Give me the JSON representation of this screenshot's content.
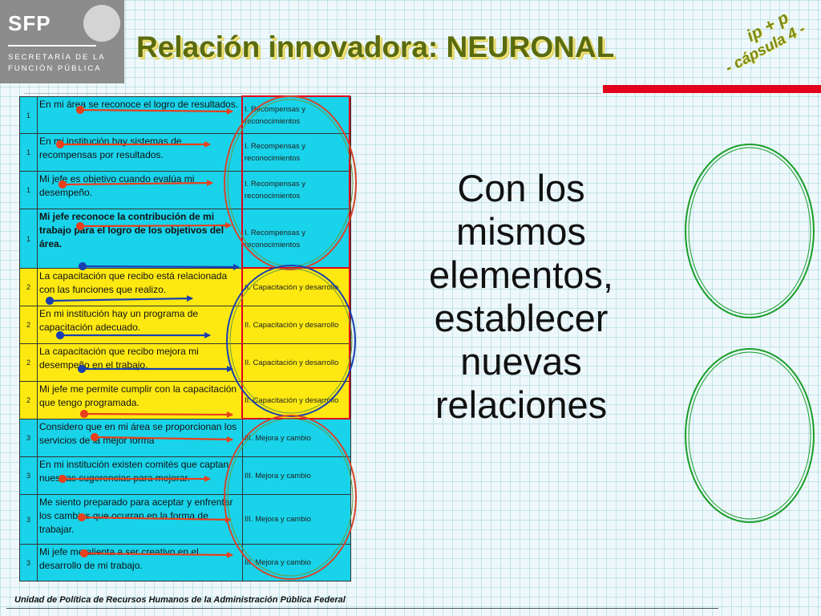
{
  "header": {
    "logo_text": "SFP",
    "org_line1": "SECRETARÍA DE LA",
    "org_line2": "FUNCIÓN PÚBLICA",
    "title": "Relación innovadora: NEURONAL",
    "tag_line1": "ip + p",
    "tag_line2": "- cápsula 4 -"
  },
  "table": {
    "rows": [
      {
        "num": "1",
        "statement": "En mi área se reconoce el logro de resultados.",
        "category": "I. Recompensas y reconocimientos",
        "bold": false
      },
      {
        "num": "1",
        "statement": "En mi institución hay sistemas de recompensas por resultados.",
        "category": "I. Recompensas y reconocimientos",
        "bold": false
      },
      {
        "num": "1",
        "statement": "Mi jefe es objetivo cuando evalúa mi desempeño.",
        "category": "I. Recompensas y reconocimientos",
        "bold": false
      },
      {
        "num": "1",
        "statement": "Mi jefe reconoce la contribución de mi trabajo para el logro de los objetivos del área.",
        "category": "I. Recompensas y reconocimientos",
        "bold": true
      },
      {
        "num": "2",
        "statement": "La capacitación que recibo está relacionada con las funciones que realizo.",
        "category": "II. Capacitación y desarrollo",
        "bold": false
      },
      {
        "num": "2",
        "statement": "En mi institución hay un programa de capacitación adecuado.",
        "category": "II. Capacitación y desarrollo",
        "bold": false
      },
      {
        "num": "2",
        "statement": "La capacitación que recibo mejora mi desempeño en el trabajo.",
        "category": "II. Capacitación y desarrollo",
        "bold": false
      },
      {
        "num": "2",
        "statement": "Mi jefe me permite cumplir con la capacitación que tengo programada.",
        "category": "II. Capacitación y desarrollo",
        "bold": false
      },
      {
        "num": "3",
        "statement": "Considero que en mi área se proporcionan los servicios de la mejor forma",
        "category": "III. Mejora y cambio",
        "bold": false
      },
      {
        "num": "3",
        "statement": "En mi institución existen comités que captan nuestras sugerencias para mejorar.",
        "category": "III. Mejora y cambio",
        "bold": false
      },
      {
        "num": "3",
        "statement": "Me siento preparado para aceptar y enfrentar los cambios que ocurran en la forma de trabajar.",
        "category": "III. Mejora y cambio",
        "bold": false
      },
      {
        "num": "3",
        "statement": "Mi jefe me alienta a ser creativo en el desarrollo de mi trabajo.",
        "category": "III. Mejora y cambio",
        "bold": false
      }
    ]
  },
  "main_text": {
    "line1": "Con los",
    "line2": "mismos",
    "line3": "elementos,",
    "line4": "establecer",
    "line5": "nuevas",
    "line6": "relaciones"
  },
  "footer": {
    "text": "Unidad de Política de Recursos Humanos de la Administración Pública Federal"
  },
  "colors": {
    "cyan_cells": "#19d3ea",
    "yellow_cells": "#fde911",
    "red_arrows": "#e8401c",
    "blue_arrows": "#1a3fb0",
    "green_circles": "#1a9e2a",
    "title_olive": "#5a6b0f"
  }
}
